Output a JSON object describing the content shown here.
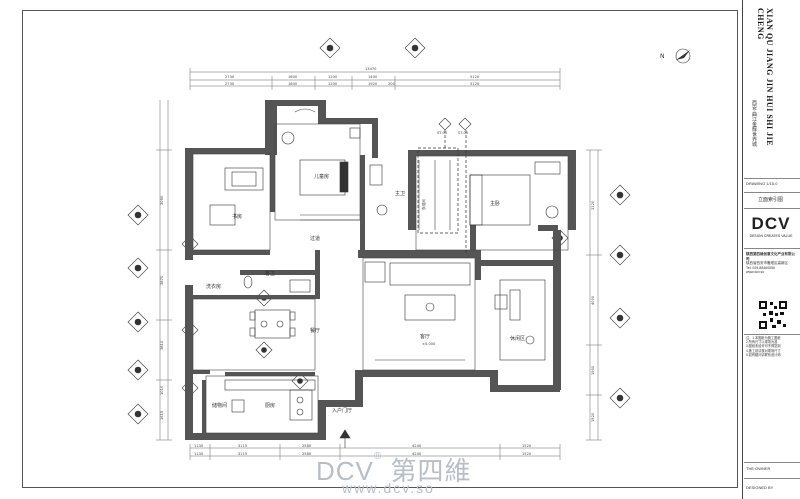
{
  "title_block": {
    "project_pinyin": "XIAN QU JIANG JIN HUI SHI JIE CHENG",
    "project_cn": "西安·曲江金辉世界城",
    "drawing_label": "DRAWING 1/15.0",
    "drawing_name": "立面索引图",
    "brand": "DCV",
    "brand_tagline": "DESIGN CREATES VALUE",
    "company_name": "陕西第四维创意文化产业有限公司",
    "company_lines": [
      "陕西省西安市雁塔区高新区",
      "Tel: 029-88460056",
      "www.dcv.so"
    ],
    "notes_lines": [
      "注：1.本图纸为施工图纸",
      "2.所有尺寸以现场为准",
      "3.图纸未经许可不得复制",
      "4.施工前请核对现场尺寸",
      "5.如有疑问请联系设计师"
    ],
    "owner_label": "THE OWNER",
    "designed_label": "DESIGNED BY"
  },
  "watermark": {
    "logo_text": "DCV",
    "logo_cn": "第四維",
    "url": "www.dcv.so"
  },
  "rooms": {
    "living": "客厅",
    "living_level": "±0.000",
    "dining": "餐厅",
    "kids": "儿童房",
    "master": "主卧",
    "bath1": "主卫",
    "bath2": "客卫",
    "study": "书房",
    "corridor": "过道",
    "kitchen": "厨房",
    "storage": "储物间",
    "laundry": "洗衣房",
    "leisure": "休闲区",
    "entrance": "入户门厅",
    "closet": "衣帽间"
  },
  "index_tags": {
    "a": "ST-03",
    "b": "ST-04"
  },
  "dims_top": {
    "overall": "13470",
    "r1": [
      "2730",
      "1800",
      "1200",
      "1400",
      "5120"
    ],
    "r2": [
      "2730",
      "1800",
      "1200",
      "1920",
      "200",
      "5120"
    ]
  },
  "dims_bottom": {
    "r1": [
      "1130",
      "3115",
      "2580",
      "4240",
      "1520"
    ],
    "r2": [
      "1130",
      "3115",
      "2580",
      "4240",
      "1520"
    ]
  },
  "dims_left": [
    "3060",
    "3870",
    "3810",
    "1010",
    "1615"
  ],
  "dims_right": [
    "3120",
    "4000",
    "1900",
    "1520"
  ],
  "north_label": "N"
}
